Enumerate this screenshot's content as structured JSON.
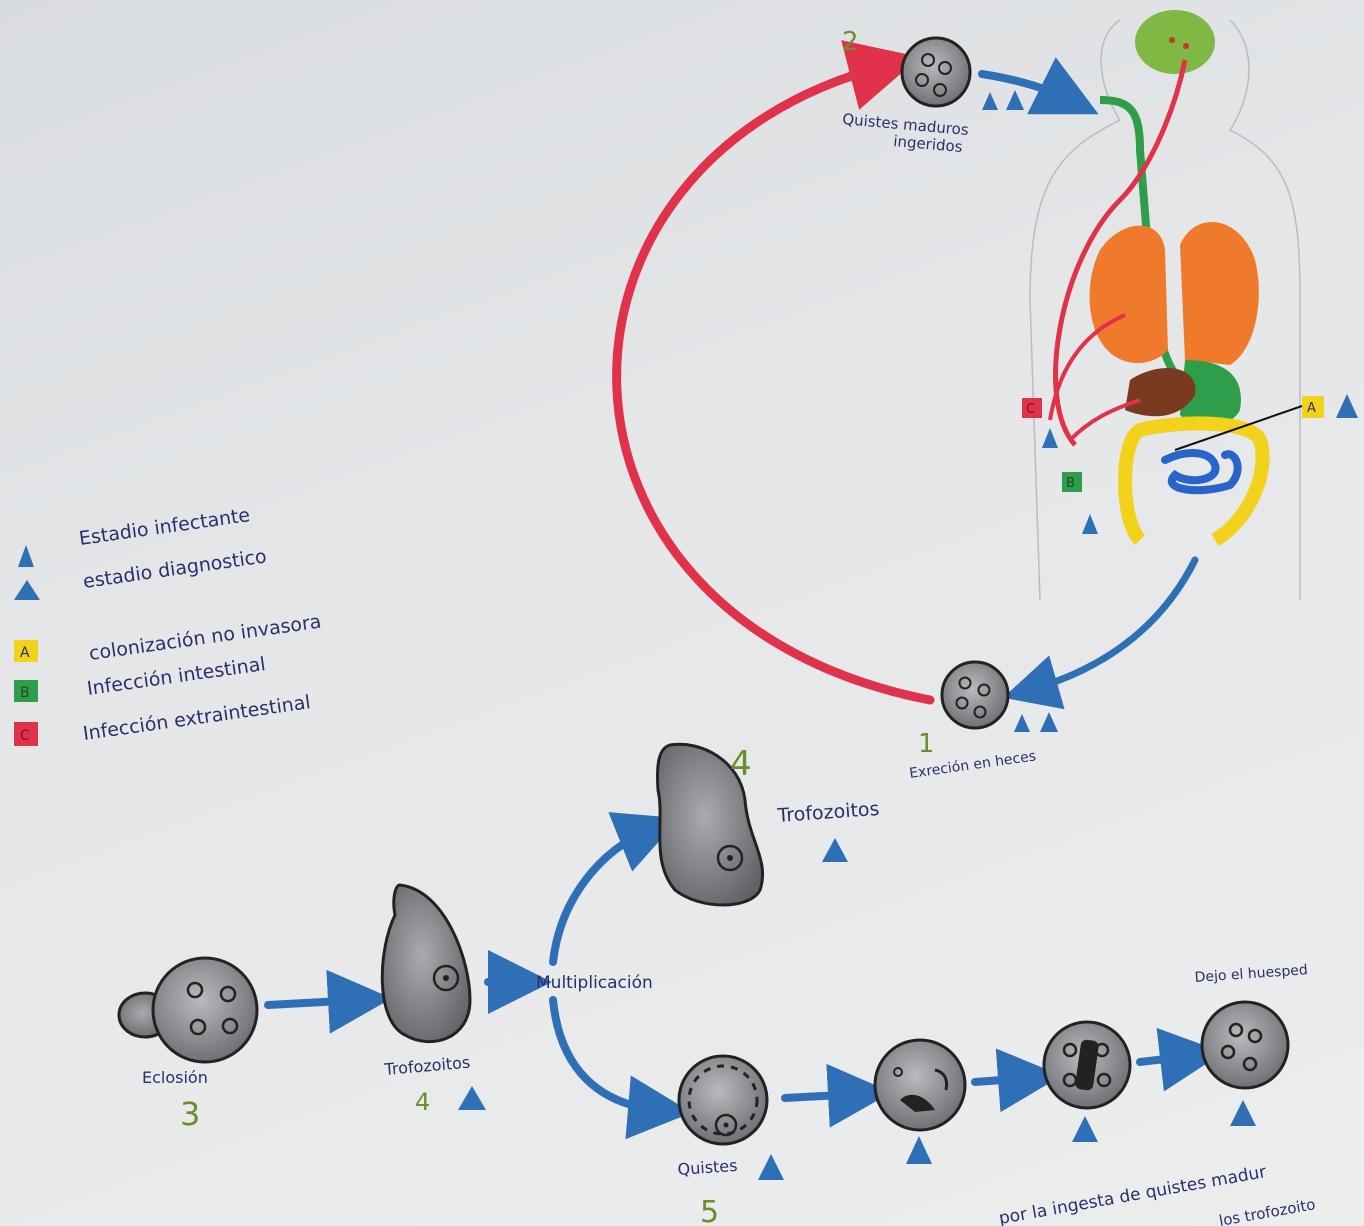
{
  "legend": {
    "items": [
      {
        "key": "infective",
        "marker": "triangle",
        "text": "Estadio infectante",
        "color": "#2f6fb5"
      },
      {
        "key": "diagnostic",
        "marker": "triangle",
        "text": "estadio diagnostico",
        "color": "#2f6fb5"
      },
      {
        "key": "A",
        "marker": "square",
        "letter": "A",
        "text": "colonización no invasora",
        "color": "#f2d21b"
      },
      {
        "key": "B",
        "marker": "square",
        "letter": "B",
        "text": "Infección intestinal",
        "color": "#2f9e4a"
      },
      {
        "key": "C",
        "marker": "square",
        "letter": "C",
        "text": "Infección extraintestinal",
        "color": "#e0324a"
      }
    ]
  },
  "cycle": {
    "stage2": {
      "number": "2",
      "label_line1": "Quistes maduros",
      "label_line2": "ingeridos"
    },
    "stage1": {
      "number": "1",
      "label": "Exreción en heces"
    },
    "body_markers": {
      "A": "A",
      "B": "B",
      "C": "C"
    }
  },
  "development": {
    "eclosion": {
      "label": "Eclosión",
      "number": "3"
    },
    "trophozoite_small": {
      "label": "Trofozoitos",
      "number": "4"
    },
    "multiplication": {
      "label": "Multiplicación"
    },
    "trophozoite_large": {
      "label": "Trofozoitos",
      "number": "4"
    },
    "cysts": {
      "label": "Quistes",
      "number": "5"
    },
    "exit": {
      "label": "Dejo el huesped"
    }
  },
  "footer_note": {
    "line1": "por la ingesta de quistes madur",
    "line2": "los trofozoito"
  },
  "colors": {
    "blue_arrow": "#2f6fb5",
    "red_arrow": "#e0324a",
    "lung": "#f07a2c",
    "liver": "#7a3a1f",
    "intestine_yellow": "#f2d21b",
    "intestine_blue": "#2a63c9",
    "digestive_green": "#2f9e4a",
    "brain": "#7fb842",
    "cyst_fill": "#8f9196"
  }
}
